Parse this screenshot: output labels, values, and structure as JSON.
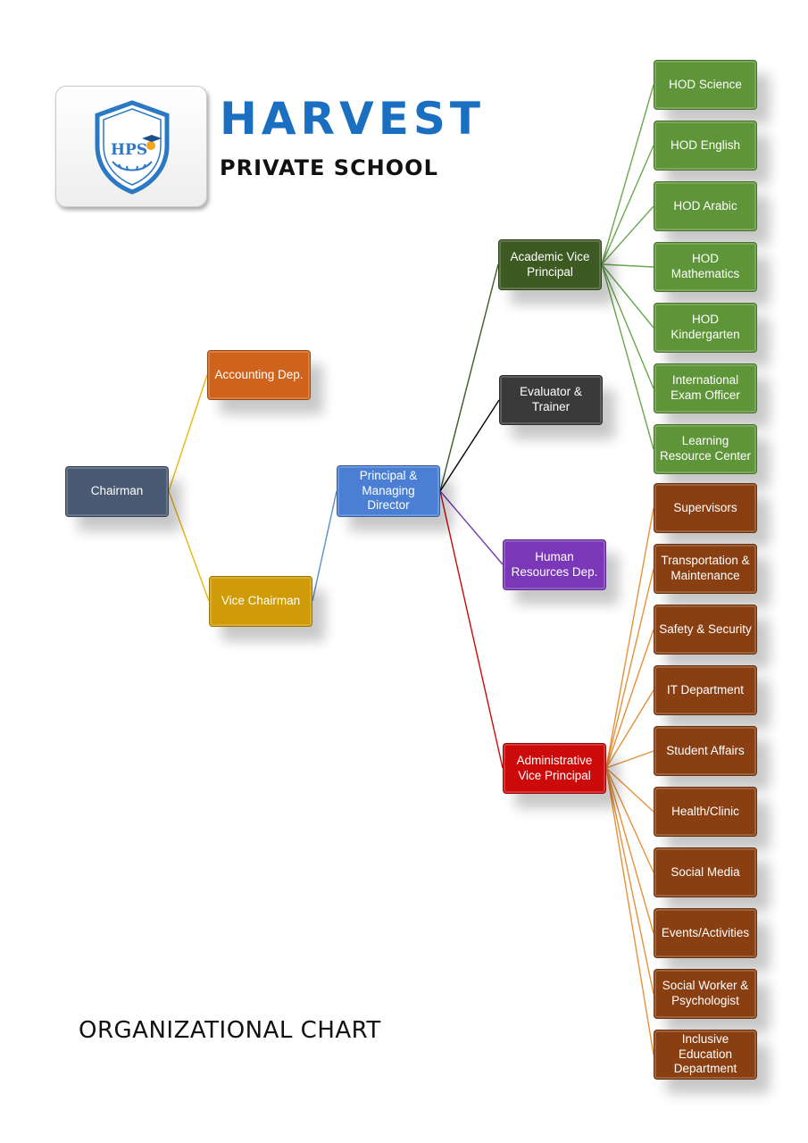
{
  "header": {
    "brand_name": "HARVEST",
    "brand_subtitle": "PRIVATE SCHOOL",
    "logo_initials": "HPS"
  },
  "footer_title": "ORGANIZATIONAL CHART",
  "colors": {
    "chairman": "#4a5a72",
    "accounting": "#d0631c",
    "vice_chairman": "#cf9c08",
    "principal": "#4a7fd4",
    "academic": "#3d5a23",
    "evaluator": "#3a3a3a",
    "human_resources": "#7a38b8",
    "administrative": "#cc0a0a",
    "academic_dept": "#5e9538",
    "admin_dept": "#8a3f12",
    "line_green": "#6aa84f",
    "line_orange": "#e69138"
  },
  "nodes": {
    "chairman": "Chairman",
    "accounting": "Accounting Dep.",
    "vice_chairman": "Vice Chairman",
    "principal": "Principal &\nManaging\nDirector",
    "academic_vp": "Academic Vice\nPrincipal",
    "evaluator": "Evaluator &\nTrainer",
    "hr": "Human\nResources Dep.",
    "admin_vp": "Administrative\nVice Principal"
  },
  "academic_departments": [
    "HOD Science",
    "HOD English",
    "HOD Arabic",
    "HOD\nMathematics",
    "HOD\nKindergarten",
    "International\nExam Officer",
    "Learning\nResource Center"
  ],
  "admin_departments": [
    "Supervisors",
    "Transportation &\nMaintenance",
    "Safety & Security",
    "IT Department",
    "Student Affairs",
    "Health/Clinic",
    "Social Media",
    "Events/Activities",
    "Social Worker &\nPsychologist",
    "Inclusive\nEducation\nDepartment"
  ]
}
